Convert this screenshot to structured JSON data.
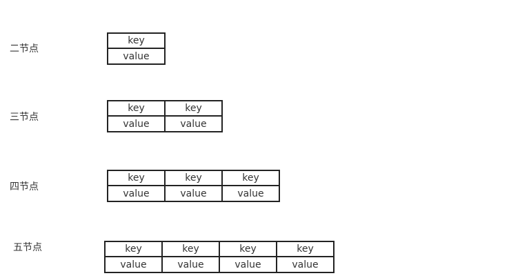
{
  "rows": [
    {
      "label": "二节点",
      "cells": [
        {
          "key": "key",
          "value": "value"
        }
      ]
    },
    {
      "label": "三节点",
      "cells": [
        {
          "key": "key",
          "value": "value"
        },
        {
          "key": "key",
          "value": "value"
        }
      ]
    },
    {
      "label": "四节点",
      "cells": [
        {
          "key": "key",
          "value": "value"
        },
        {
          "key": "key",
          "value": "value"
        },
        {
          "key": "key",
          "value": "value"
        }
      ]
    },
    {
      "label": "五节点",
      "cells": [
        {
          "key": "key",
          "value": "value"
        },
        {
          "key": "key",
          "value": "value"
        },
        {
          "key": "key",
          "value": "value"
        },
        {
          "key": "key",
          "value": "value"
        }
      ]
    }
  ]
}
